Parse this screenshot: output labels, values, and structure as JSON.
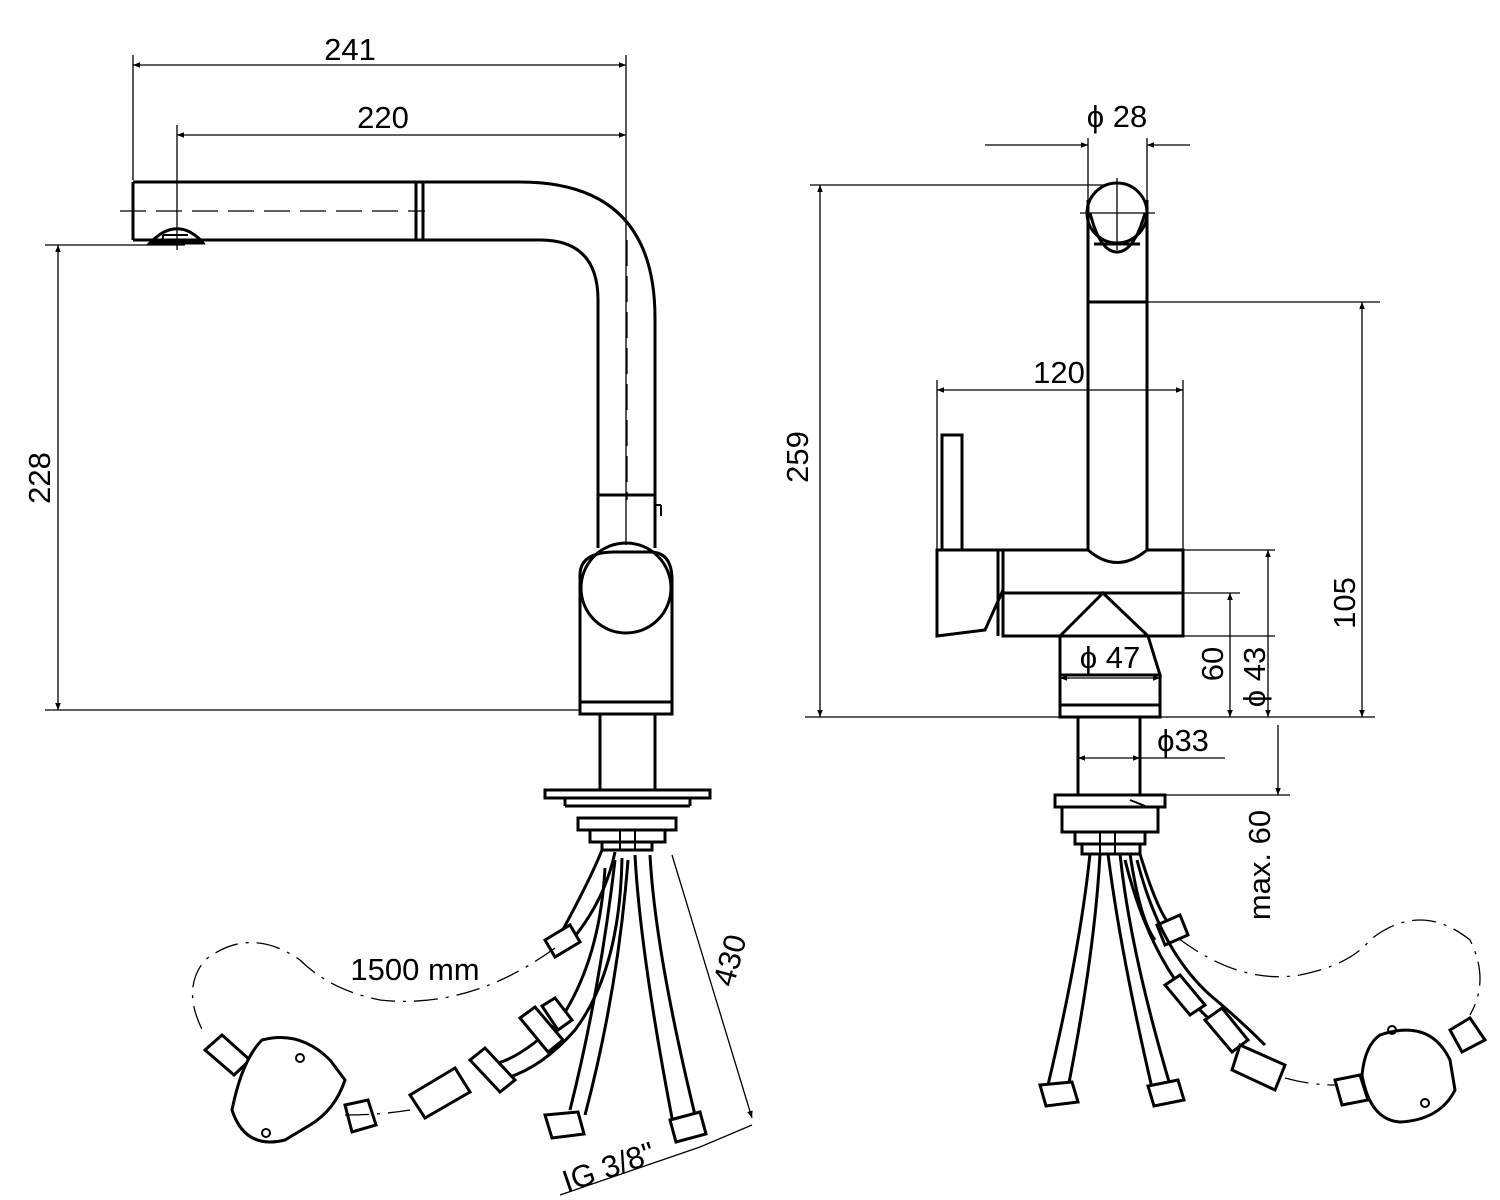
{
  "drawing": {
    "side_view": {
      "dim_total_reach": "241",
      "dim_spout_reach": "220",
      "dim_outlet_height": "228",
      "dim_hose_length": "1500 mm",
      "dim_hose_drop": "430",
      "dim_thread": "IG 3/8\""
    },
    "front_view": {
      "dim_spout_diameter": "ϕ 28",
      "dim_total_height": "259",
      "dim_lever_reach": "120",
      "dim_body_height": "105",
      "dim_base_diameter": "ϕ 47",
      "dim_base_height": "60",
      "dim_body_diameter": "ϕ 43",
      "dim_shank_diameter": "ϕ33",
      "dim_max_countertop": "max. 60"
    }
  }
}
